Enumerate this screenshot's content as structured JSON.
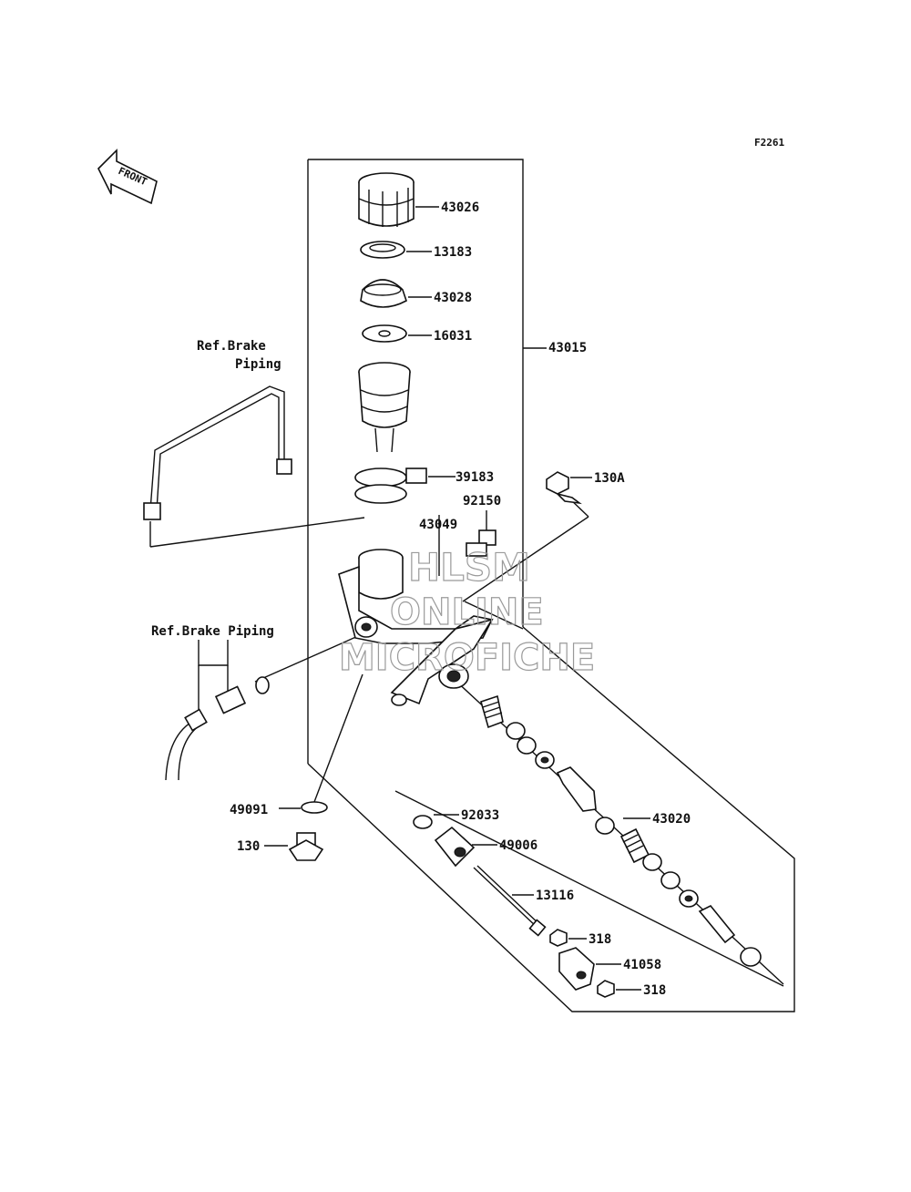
{
  "figure_code": "F2261",
  "front_indicator": "FRONT",
  "ref_labels": {
    "brake_piping_top_line1": "Ref.Brake",
    "brake_piping_top_line2": "Piping",
    "brake_piping_left": "Ref.Brake Piping"
  },
  "part_labels": {
    "p43026": "43026",
    "p13183": "13183",
    "p43028": "43028",
    "p16031": "16031",
    "p43015": "43015",
    "p39183": "39183",
    "p130A": "130A",
    "p92150": "92150",
    "p43049": "43049",
    "p49091": "49091",
    "p130": "130",
    "p92033": "92033",
    "p49006": "49006",
    "p43020": "43020",
    "p13116": "13116",
    "p318a": "318",
    "p41058": "41058",
    "p318b": "318"
  },
  "watermark": {
    "line1": "HLSM",
    "line2": "ONLINE",
    "line3": "MICROFICHE"
  }
}
